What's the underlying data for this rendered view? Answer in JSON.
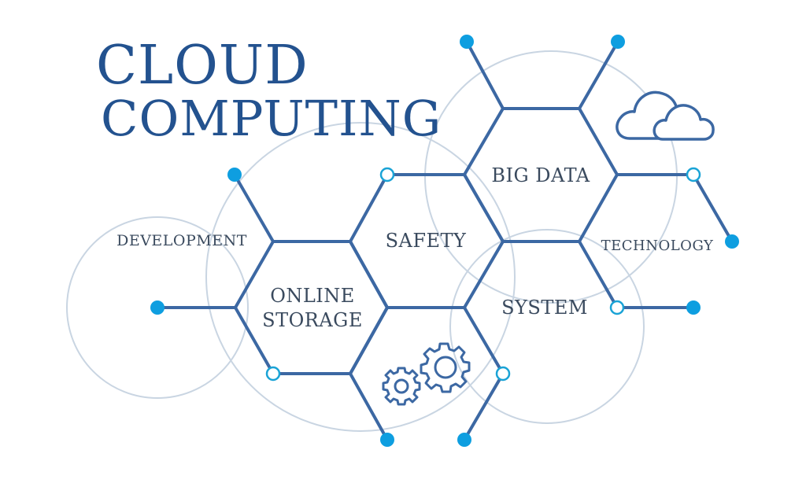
{
  "title": {
    "line1": "CLOUD",
    "line2": "COMPUTING"
  },
  "labels": {
    "big_data": "BIG DATA",
    "safety": "SAFETY",
    "development": "DEVELOPMENT",
    "online_storage_line1": "ONLINE",
    "online_storage_line2": "STORAGE",
    "system": "SYSTEM",
    "technology": "TECHNOLOGY"
  },
  "icons": {
    "cloud": "cloud-icon",
    "gears": "gears-icon"
  },
  "colors": {
    "background": "#ffffff",
    "title": "#23528f",
    "hex_line": "#3c68a3",
    "filled_node": "#0e9ee0",
    "open_node": "#1aa3d6",
    "circle": "#c7d3e0",
    "label_text": "#3a4a5e"
  }
}
